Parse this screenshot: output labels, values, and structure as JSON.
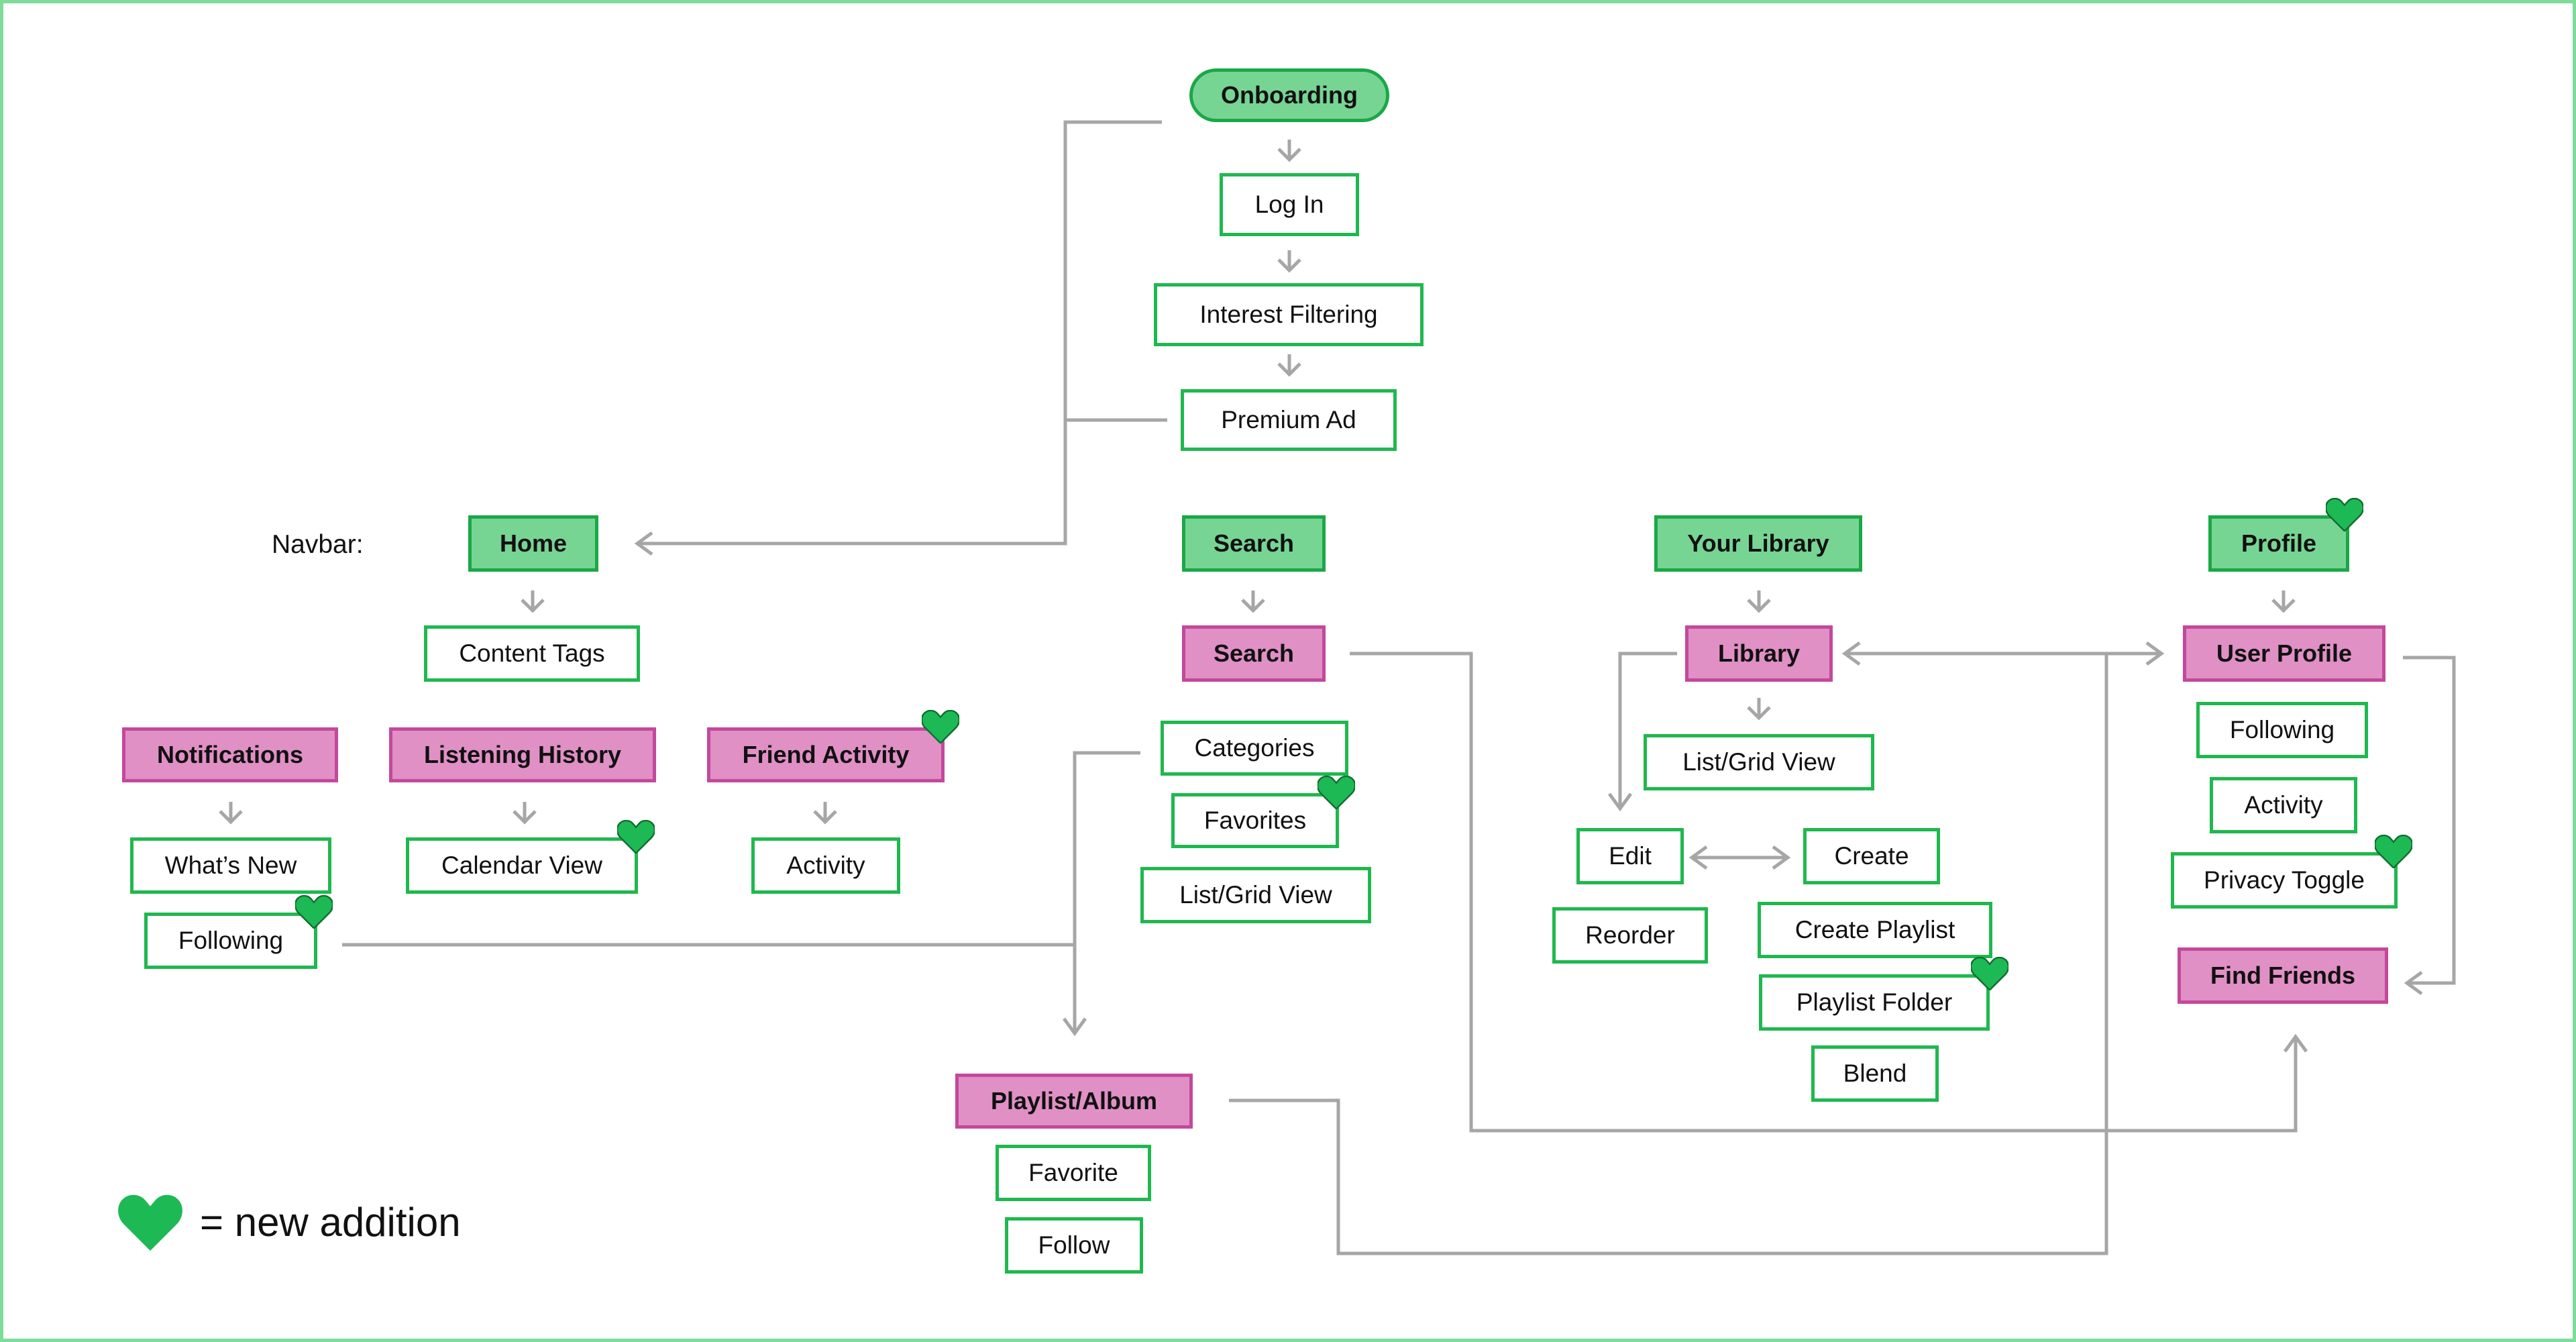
{
  "navbar_label": "Navbar:",
  "legend": {
    "text": "= new addition",
    "icon": "heart-icon",
    "heart_color": "#1db954"
  },
  "nodes": {
    "onboarding": "Onboarding",
    "log_in": "Log In",
    "interest_filtering": "Interest Filtering",
    "premium_ad": "Premium Ad",
    "home": "Home",
    "content_tags": "Content Tags",
    "notifications": "Notifications",
    "whats_new": "What’s New",
    "following_notif": "Following",
    "listening_history": "Listening History",
    "calendar_view": "Calendar View",
    "friend_activity": "Friend Activity",
    "activity_friend": "Activity",
    "search_nav": "Search",
    "search": "Search",
    "categories": "Categories",
    "favorites": "Favorites",
    "list_grid_search": "List/Grid View",
    "playlist_album": "Playlist/Album",
    "favorite": "Favorite",
    "follow": "Follow",
    "your_library": "Your Library",
    "library": "Library",
    "list_grid_library": "List/Grid View",
    "edit": "Edit",
    "create": "Create",
    "reorder": "Reorder",
    "create_playlist": "Create Playlist",
    "playlist_folder": "Playlist Folder",
    "blend": "Blend",
    "profile": "Profile",
    "user_profile": "User Profile",
    "following_profile": "Following",
    "activity_profile": "Activity",
    "privacy_toggle": "Privacy Toggle",
    "find_friends": "Find Friends"
  },
  "colors": {
    "navbar_fill": "#77d594",
    "subsection_fill": "#e090c5",
    "box_border": "#1fb84f",
    "connector": "#a6a6a6",
    "frame": "#7ddc9a"
  }
}
